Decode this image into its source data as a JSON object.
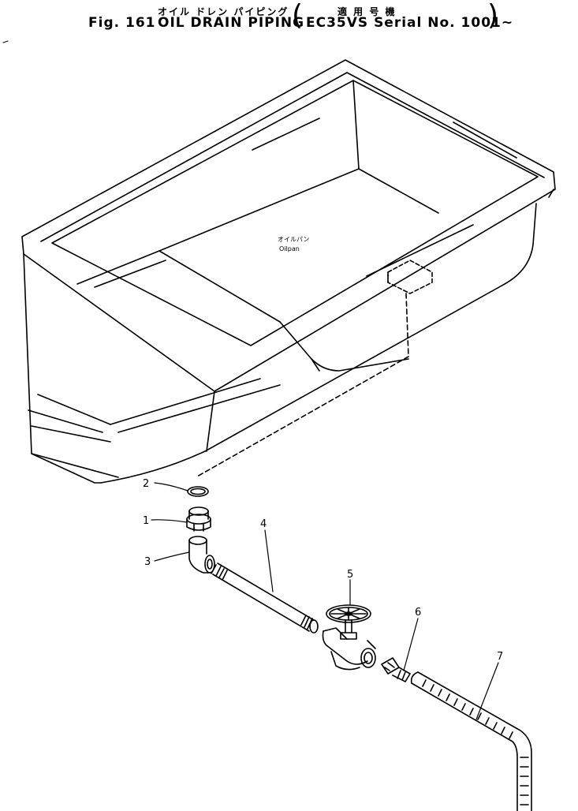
{
  "header": {
    "jp_title": "オイル ドレン パイピング",
    "jp_applicability": "適 用 号 機",
    "fig_number": "Fig. 161",
    "title": "OIL DRAIN PIPING",
    "applicability": "EC35VS Serial No. 1001~"
  },
  "diagram": {
    "oilpan_label_jp": "オイルパン",
    "oilpan_label_en": "Oilpan",
    "callouts": [
      "1",
      "2",
      "3",
      "4",
      "5",
      "6",
      "7"
    ]
  }
}
